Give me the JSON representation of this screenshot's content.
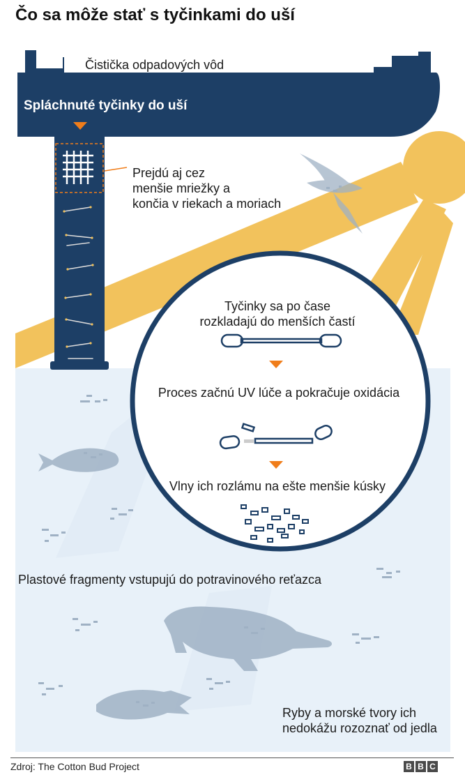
{
  "title": "Čo sa môže stať s tyčinkami do uší",
  "plant_label": "Čistička odpadových vôd",
  "flushed_label": "Spláchnuté tyčinky do uší",
  "grid_note": [
    "Prejdú aj cez",
    "menšie mriežky a",
    "končia v riekach a moriach"
  ],
  "circle_steps": {
    "step1": [
      "Tyčinky sa po čase",
      "rozkladajú do menších častí"
    ],
    "step2": "Proces začnú UV lúče a pokračuje oxidácia",
    "step3": "Vlny ich rozlámu na ešte menšie kúsky"
  },
  "food_chain": "Plastové fragmenty vstupujú do potravinového reťazca",
  "fish_note": [
    "Ryby a morské tvory ich",
    "nedokážu rozoznať od jedla"
  ],
  "source": "Zdroj: The Cotton Bud Project",
  "logo": [
    "B",
    "B",
    "C"
  ],
  "colors": {
    "navy": "#1d3f66",
    "orange": "#f07d1a",
    "sun": "#f2c25c",
    "sea": "#e8f1f9",
    "creature": "#9fb1c4"
  },
  "icons": [
    "sun-icon",
    "seagull-icon",
    "fish-icon",
    "turtle-icon",
    "grid-filter-icon",
    "cotton-bud-icon"
  ]
}
